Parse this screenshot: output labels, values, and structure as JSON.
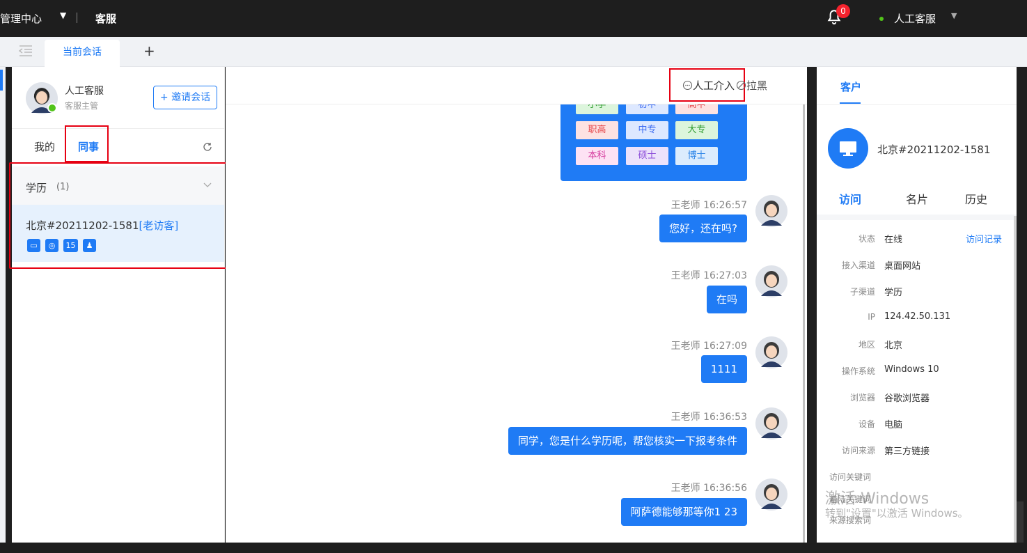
{
  "topbar": {
    "management": "管理中心",
    "section": "客服",
    "notification_count": "0",
    "user_name": "人工客服"
  },
  "tabs": {
    "current": "当前会话",
    "add": "+"
  },
  "agent": {
    "name": "人工客服",
    "role": "客服主管",
    "invite_label": "+ 邀请会话"
  },
  "left_tabs": {
    "mine": "我的",
    "colleague": "同事"
  },
  "group": {
    "name": "学历",
    "count": "(1)"
  },
  "session": {
    "title": "北京#20211202-1581",
    "tag": "[老访客]",
    "badge_number": "15"
  },
  "chat_header": {
    "manual": "人工介入",
    "block": "拉黑"
  },
  "education_options": {
    "partial_row": [
      "小学",
      "初中",
      "高中"
    ],
    "rows": [
      [
        {
          "label": "职高",
          "bg": "#fde2e2",
          "color": "#e6454a"
        },
        {
          "label": "中专",
          "bg": "#dde8ff",
          "color": "#3d6cf2"
        },
        {
          "label": "大专",
          "bg": "#dcf5dc",
          "color": "#2e9b2e"
        }
      ],
      [
        {
          "label": "本科",
          "bg": "#fde2f4",
          "color": "#d4389c"
        },
        {
          "label": "硕士",
          "bg": "#ece2fb",
          "color": "#8a4ad8"
        },
        {
          "label": "博士",
          "bg": "#dcecfd",
          "color": "#2d85e8"
        }
      ]
    ]
  },
  "messages": [
    {
      "sender": "王老师",
      "time": "16:26:57",
      "text": "您好，还在吗?"
    },
    {
      "sender": "王老师",
      "time": "16:27:03",
      "text": "在吗"
    },
    {
      "sender": "王老师",
      "time": "16:27:09",
      "text": "1111"
    },
    {
      "sender": "王老师",
      "time": "16:36:53",
      "text": "同学，您是什么学历呢，帮您核实一下报考条件"
    },
    {
      "sender": "王老师",
      "time": "16:36:56",
      "text": "阿萨德能够那等你1 23"
    }
  ],
  "right_panel": {
    "tab": "客户",
    "visitor": "北京#20211202-1581",
    "subtabs": [
      "访问",
      "名片",
      "历史"
    ],
    "visit_record": "访问记录",
    "info": [
      {
        "label": "状态",
        "value": "在线"
      },
      {
        "label": "接入渠道",
        "value": "桌面网站"
      },
      {
        "label": "子渠道",
        "value": "学历"
      },
      {
        "label": "IP",
        "value": "124.42.50.131"
      },
      {
        "label": "地区",
        "value": "北京"
      },
      {
        "label": "操作系统",
        "value": "Windows 10"
      },
      {
        "label": "浏览器",
        "value": "谷歌浏览器"
      },
      {
        "label": "设备",
        "value": "电脑"
      },
      {
        "label": "访问来源",
        "value": "第三方链接"
      }
    ],
    "extra_labels": [
      "访问关键词",
      "着陆关键词",
      "来源搜索词"
    ]
  },
  "watermark": {
    "line1": "激活 Windows",
    "line2": "转到\"设置\"以激活 Windows。"
  },
  "colors": {
    "accent": "#1f7bf5",
    "highlight_box": "#e60012"
  }
}
